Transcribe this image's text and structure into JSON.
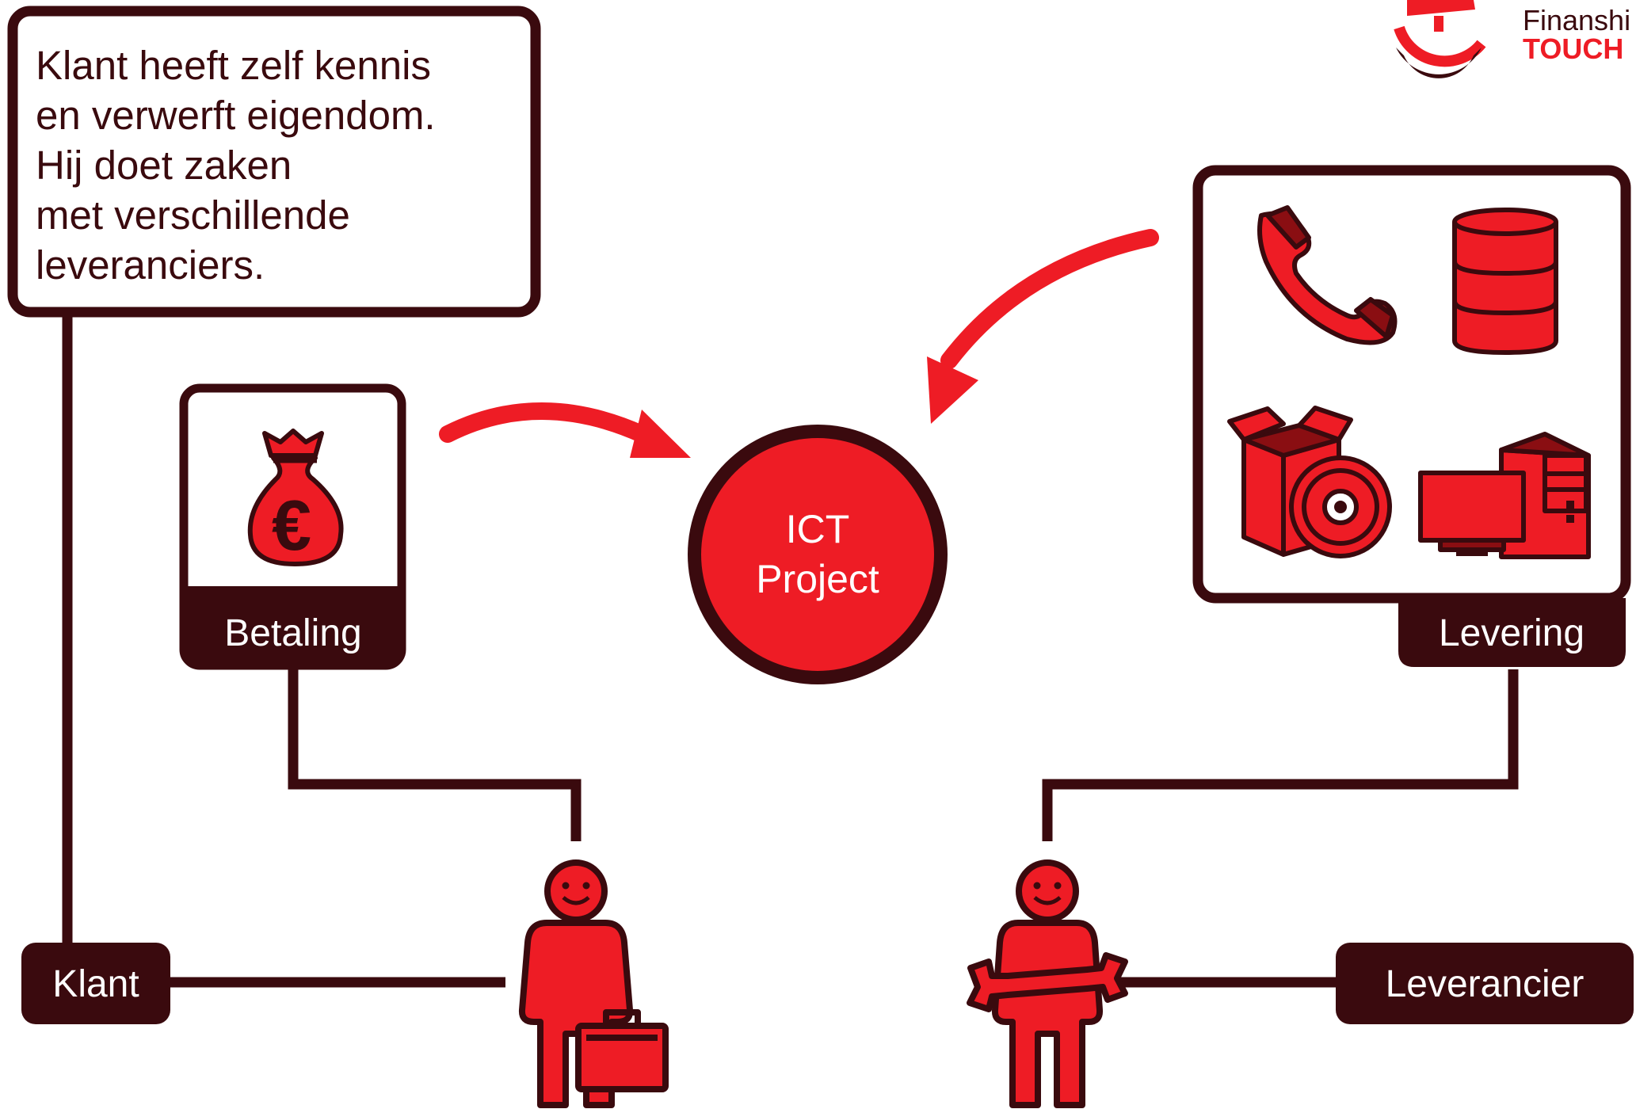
{
  "logo": {
    "line1": "Finanshi",
    "line2": "TOUCH"
  },
  "info_box": {
    "lines": [
      "Klant heeft zelf kennis",
      "en verwerft eigendom.",
      "Hij doet zaken",
      "met verschillende",
      "leveranciers."
    ]
  },
  "center": {
    "line1": "ICT",
    "line2": "Project"
  },
  "labels": {
    "betaling": "Betaling",
    "levering": "Levering",
    "klant": "Klant",
    "leverancier": "Leverancier"
  },
  "icons": {
    "payment": "euro-money-bag-icon",
    "delivery": [
      "telephone-icon",
      "database-icon",
      "software-box-disc-icon",
      "desktop-computer-icon"
    ],
    "client": "person-with-briefcase-icon",
    "supplier": "person-with-wrench-icon"
  },
  "colors": {
    "dark": "#3a0a0e",
    "red": "#ee1c25",
    "dark_red": "#8a0e12",
    "white": "#ffffff"
  }
}
